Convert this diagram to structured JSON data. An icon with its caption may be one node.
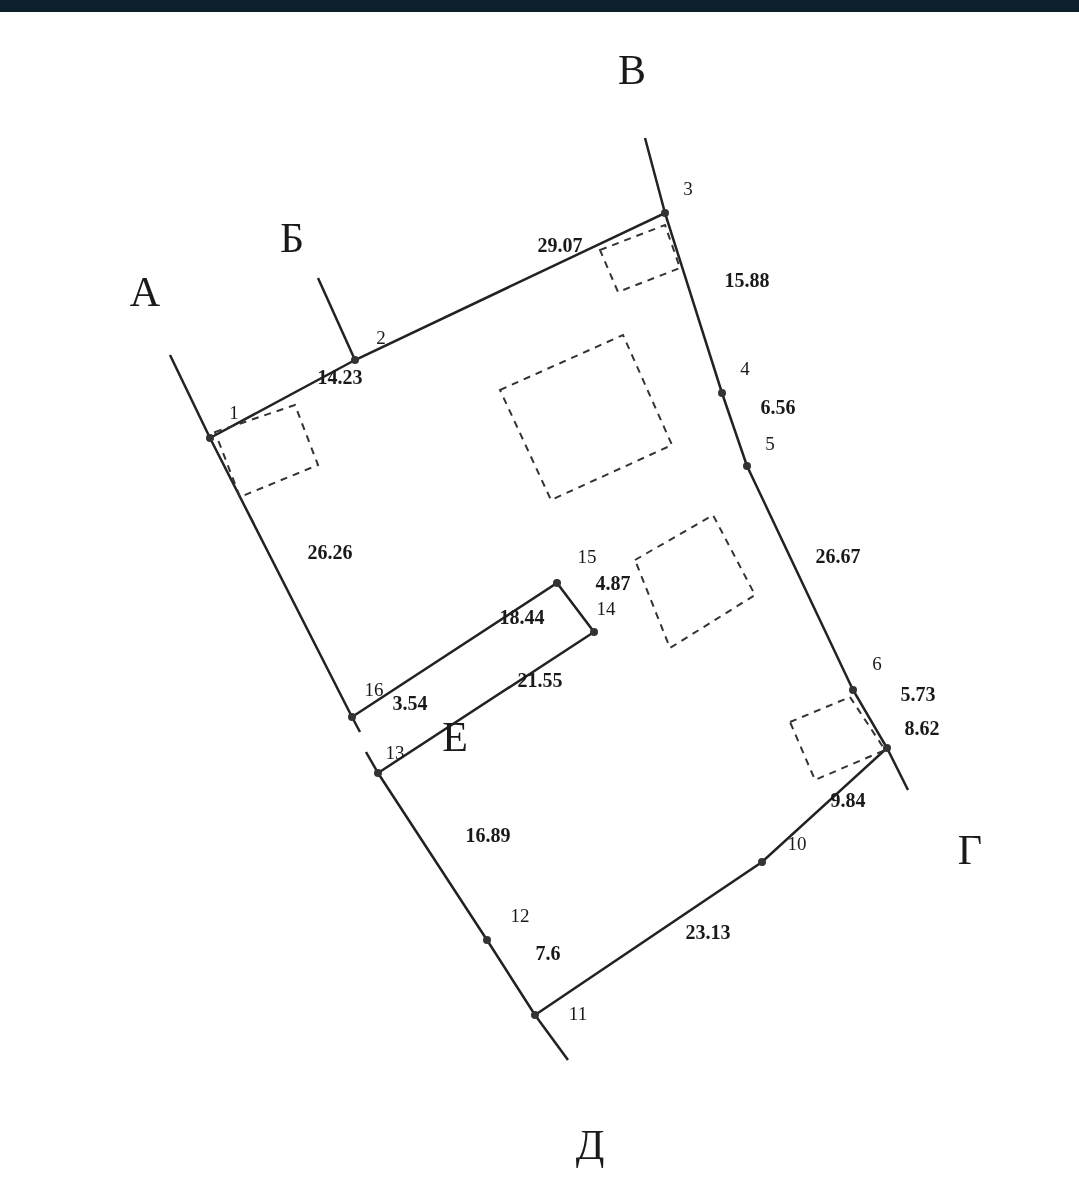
{
  "diagram": {
    "labels": [
      "В",
      "3",
      "Б",
      "29.07",
      "А",
      "15.88",
      "2",
      "14.23",
      "4",
      "6.56",
      "1",
      "5",
      "26.26",
      "26.67",
      "15",
      "4.87",
      "14",
      "18.44",
      "6",
      "16",
      "3.54",
      "21.55",
      "5.73",
      "8.62",
      "Е",
      "13",
      "9.84",
      "16.89",
      "10",
      "Г",
      "23.13",
      "12",
      "7.6",
      "11",
      "Д"
    ]
  }
}
